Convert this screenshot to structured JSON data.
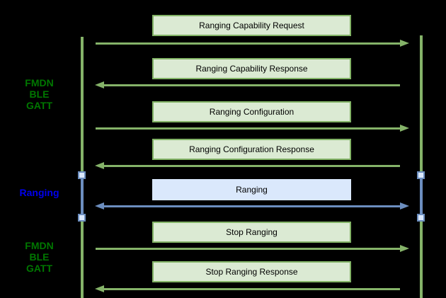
{
  "colors": {
    "background": "#000000",
    "green_stroke": "#85b369",
    "green_box_border": "#82b366",
    "green_box_fill": "#dbead3",
    "blue_stroke": "#6c8ebf",
    "blue_box_fill": "#dae8fc",
    "marker_fill": "#dae8fc",
    "label_green": "#007700",
    "label_blue": "#0000ee",
    "box_text": "#000000"
  },
  "side_labels": [
    {
      "lines": [
        "FMDN",
        "BLE",
        "GATT"
      ],
      "color": "#007700"
    },
    {
      "lines": [
        "Ranging"
      ],
      "color": "#0000ee"
    },
    {
      "lines": [
        "FMDN",
        "BLE",
        "GATT"
      ],
      "color": "#007700"
    }
  ],
  "messages": [
    {
      "label": "Ranging Capability Request",
      "direction": "right",
      "style": "green"
    },
    {
      "label": "Ranging Capability Response",
      "direction": "left",
      "style": "green"
    },
    {
      "label": "Ranging Configuration",
      "direction": "right",
      "style": "green"
    },
    {
      "label": "Ranging Configuration Response",
      "direction": "left",
      "style": "green"
    },
    {
      "label": "Ranging",
      "direction": "both",
      "style": "blue"
    },
    {
      "label": "Stop Ranging",
      "direction": "right",
      "style": "green"
    },
    {
      "label": "Stop Ranging Response",
      "direction": "left",
      "style": "green"
    }
  ],
  "lifelines": [
    {
      "name": "left"
    },
    {
      "name": "right"
    }
  ]
}
